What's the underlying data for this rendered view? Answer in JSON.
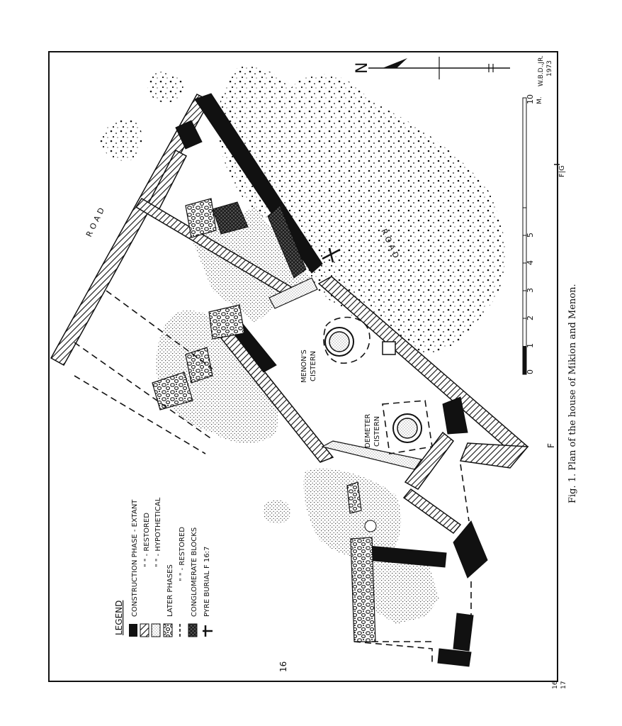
{
  "caption": "Fig. 1. Plan of the house of Mikion and Menon.",
  "legend": {
    "title": "LEGEND",
    "items": [
      "CONSTRUCTION PHASE - EXTANT",
      "\"   \"   - RESTORED",
      "\"   \"   - HYPOTHETICAL",
      "LATER PHASES",
      "\"   \"   - RESTORED",
      "CONGLOMERATE BLOCKS",
      "PYRE BURIAL F 16:7"
    ]
  },
  "labels": {
    "road_north": "ROAD",
    "road_south": "ROAD",
    "menons_cistern_1": "MENON'S",
    "menons_cistern_2": "CISTERN",
    "demeter_cistern_1": "DEMETER",
    "demeter_cistern_2": "CISTERN",
    "north": "N",
    "author_1": "W.B.D.,JR.",
    "author_2": "1973"
  },
  "grid": {
    "f": "F",
    "fg": "F|G",
    "g16": "16",
    "g1617_a": "16",
    "g1617_b": "17"
  },
  "scale": {
    "ticks": [
      "0",
      "1",
      "2",
      "3",
      "4",
      "5",
      "10"
    ],
    "unit": "M."
  },
  "colors": {
    "ink": "#111111",
    "paper": "#ffffff"
  }
}
